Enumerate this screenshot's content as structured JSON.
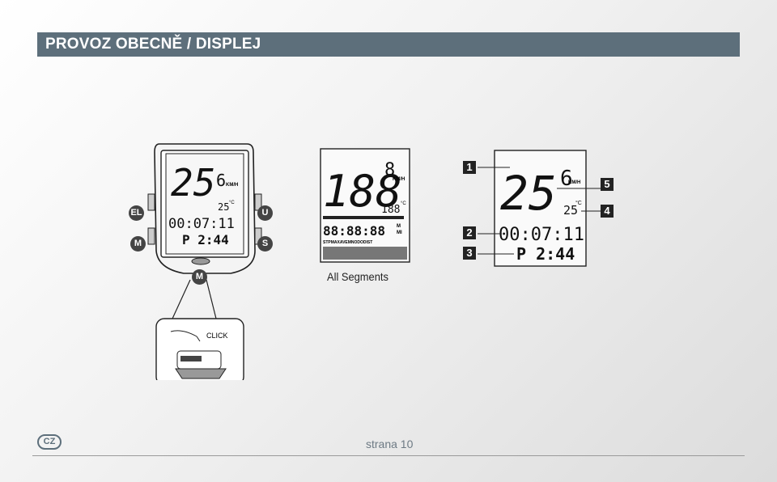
{
  "header": {
    "title": "PROVOZ OBECNĚ / DISPLEJ"
  },
  "device": {
    "buttons": {
      "el": "EL",
      "m_left": "M",
      "u": "U",
      "s": "S",
      "m_bottom": "M"
    },
    "speed_main": "25",
    "speed_decimal": "6",
    "unit": "KM/H",
    "temp_value": "25",
    "temp_unit": "°C",
    "time": "00:07:11",
    "clock": "P 2:44",
    "click_label": "CLICK"
  },
  "all_segments": {
    "caption": "All Segments",
    "big_digits": "188",
    "small_digit": "8",
    "unit": "KM/H",
    "time_digits": "88:88:88",
    "temp_digits": "188",
    "temp_unit": "°C",
    "mode_row": "STPMAXAVEMNODODIST",
    "side_labels": [
      "M",
      "MI"
    ]
  },
  "detail": {
    "speed_main": "25",
    "speed_decimal": "6",
    "unit": "KM/H",
    "temp_value": "25",
    "temp_unit": "°C",
    "time": "00:07:11",
    "clock": "P 2:44",
    "callouts": [
      "1",
      "2",
      "3",
      "4",
      "5"
    ]
  },
  "footer": {
    "language": "CZ",
    "page": "strana 10"
  }
}
